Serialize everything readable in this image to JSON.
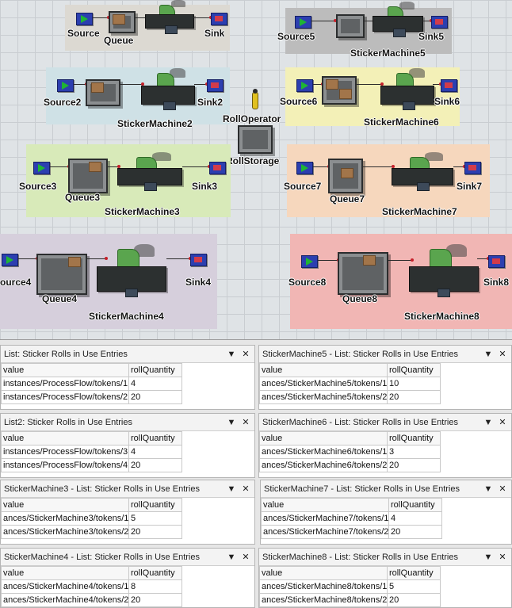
{
  "scene": {
    "zone_colors": {
      "grey": "#dcd9d2",
      "blue": "#cfe1e6",
      "green": "#d8eab9",
      "purple": "#d6cfdc",
      "dark": "#bcbcbc",
      "yellow": "#f3f0b7",
      "peach": "#f6d7bd",
      "pink": "#f1b6b4"
    },
    "labels": {
      "source1": "Source",
      "queue1": "Queue",
      "sink1": "Sink",
      "source2": "Source2",
      "machine2": "StickerMachine2",
      "sink2": "Sink2",
      "source3": "Source3",
      "queue3": "Queue3",
      "machine3": "StickerMachine3",
      "sink3": "Sink3",
      "source4": "ource4",
      "queue4": "Queue4",
      "machine4": "StickerMachine4",
      "sink4": "Sink4",
      "source5": "Source5",
      "machine5": "StickerMachine5",
      "sink5": "Sink5",
      "source6": "Source6",
      "machine6": "StickerMachine6",
      "sink6": "Sink6",
      "source7": "Source7",
      "queue7": "Queue7",
      "machine7": "StickerMachine7",
      "sink7": "Sink7",
      "source8": "Source8",
      "queue8": "Queue8",
      "machine8": "StickerMachine8",
      "sink8": "Sink8",
      "operator": "RollOperator",
      "storage": "RollStorage"
    }
  },
  "panels": [
    {
      "title": "List: Sticker Rolls in Use Entries",
      "headers": [
        "value",
        "rollQuantity"
      ],
      "rows": [
        [
          "instances/ProcessFlow/tokens/1",
          "4"
        ],
        [
          "instances/ProcessFlow/tokens/2",
          "20"
        ]
      ]
    },
    {
      "title": "StickerMachine5 - List: Sticker Rolls in Use Entries",
      "headers": [
        "value",
        "rollQuantity"
      ],
      "rows": [
        [
          "ances/StickerMachine5/tokens/1",
          "10"
        ],
        [
          "ances/StickerMachine5/tokens/2",
          "20"
        ]
      ]
    },
    {
      "title": "List2: Sticker Rolls in Use Entries",
      "headers": [
        "value",
        "rollQuantity"
      ],
      "rows": [
        [
          "instances/ProcessFlow/tokens/3",
          "4"
        ],
        [
          "instances/ProcessFlow/tokens/4",
          "20"
        ]
      ]
    },
    {
      "title": "StickerMachine6 - List: Sticker Rolls in Use Entries",
      "headers": [
        "value",
        "rollQuantity"
      ],
      "rows": [
        [
          "ances/StickerMachine6/tokens/1",
          "3"
        ],
        [
          "ances/StickerMachine6/tokens/2",
          "20"
        ]
      ]
    },
    {
      "title": "StickerMachine3 - List: Sticker Rolls in Use Entries",
      "headers": [
        "value",
        "rollQuantity"
      ],
      "rows": [
        [
          "ances/StickerMachine3/tokens/1",
          "5"
        ],
        [
          "ances/StickerMachine3/tokens/2",
          "20"
        ]
      ]
    },
    {
      "title": "StickerMachine7 - List: Sticker Rolls in Use Entries",
      "headers": [
        "value",
        "rollQuantity"
      ],
      "rows": [
        [
          "ances/StickerMachine7/tokens/1",
          "4"
        ],
        [
          "ances/StickerMachine7/tokens/2",
          "20"
        ]
      ]
    },
    {
      "title": "StickerMachine4 - List: Sticker Rolls in Use Entries",
      "headers": [
        "value",
        "rollQuantity"
      ],
      "rows": [
        [
          "ances/StickerMachine4/tokens/1",
          "8"
        ],
        [
          "ances/StickerMachine4/tokens/2",
          "20"
        ]
      ]
    },
    {
      "title": "StickerMachine8 - List: Sticker Rolls in Use Entries",
      "headers": [
        "value",
        "rollQuantity"
      ],
      "rows": [
        [
          "ances/StickerMachine8/tokens/1",
          "5"
        ],
        [
          "ances/StickerMachine8/tokens/2",
          "20"
        ]
      ]
    }
  ],
  "panel_buttons": {
    "dropdown_icon": "▼",
    "close_icon": "✕"
  }
}
